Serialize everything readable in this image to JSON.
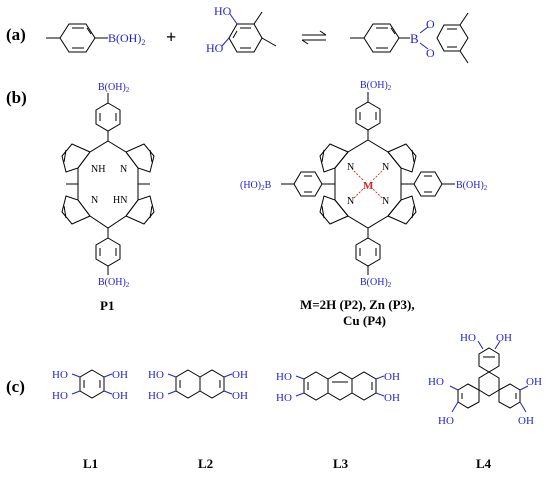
{
  "panels": {
    "a": "(a)",
    "b": "(b)",
    "c": "(c)"
  },
  "reaction": {
    "boronic_group": "B(OH)",
    "subscript": "2",
    "plus": "+",
    "ho": "HO",
    "boron": "B",
    "oxygen": "O"
  },
  "porphyrin": {
    "nh": "NH",
    "hn": "HN",
    "n": "N",
    "boronic_group": "B(OH)",
    "boronic_left": "(HO)",
    "boronic_left_b": "B",
    "subscript": "2",
    "metal": "M"
  },
  "labels": {
    "p1": "P1",
    "metal_line1": "M=2H (P2), Zn (P3),",
    "metal_line2": "Cu (P4)",
    "l1": "L1",
    "l2": "L2",
    "l3": "L3",
    "l4": "L4"
  },
  "hydroxyl": {
    "ho": "HO",
    "oh": "OH"
  },
  "colors": {
    "functional_group": "#1f1fcf",
    "metal": "#e0201b",
    "bond": "#000000"
  }
}
